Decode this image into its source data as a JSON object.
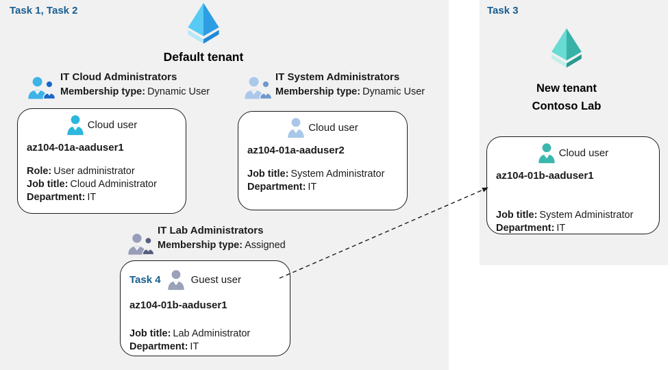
{
  "colors": {
    "panel_gray": "#f1f1f2",
    "task_label_blue": "#175d8f",
    "aad_blue_light": "#58cbf4",
    "aad_blue_dark": "#2d9de4",
    "aad_teal_light": "#68dbd3",
    "aad_teal_dark": "#38b2a8",
    "cloud_user_cyan": "#2eb7dc",
    "cloud_user_pale_blue": "#a9c7e8",
    "guest_user_slate": "#9aa1b8",
    "cloud_user_teal": "#3bb7ae"
  },
  "tasks": {
    "task12": "Task 1, Task 2",
    "task3": "Task 3",
    "task4": "Task 4"
  },
  "default_tenant": {
    "title": "Default tenant"
  },
  "new_tenant": {
    "title_line1": "New tenant",
    "title_line2": "Contoso Lab"
  },
  "groups": {
    "cloud_admins": {
      "name": "IT Cloud Administrators",
      "membership_label": "Membership type:",
      "membership_value": "Dynamic User"
    },
    "system_admins": {
      "name": "IT System Administrators",
      "membership_label": "Membership type:",
      "membership_value": "Dynamic User"
    },
    "lab_admins": {
      "name": "IT Lab Administrators",
      "membership_label": "Membership type:",
      "membership_value": "Assigned"
    }
  },
  "cards": {
    "cloud_user1": {
      "type_label": "Cloud user",
      "name": "az104-01a-aaduser1",
      "role_label": "Role:",
      "role_value": "User administrator",
      "job_label": "Job title:",
      "job_value": "Cloud Administrator",
      "dept_label": "Department:",
      "dept_value": "IT"
    },
    "cloud_user2": {
      "type_label": "Cloud user",
      "name": "az104-01a-aaduser2",
      "job_label": "Job title:",
      "job_value": "System Administrator",
      "dept_label": "Department:",
      "dept_value": "IT"
    },
    "guest_user": {
      "task_label": "Task 4",
      "type_label": "Guest user",
      "name": "az104-01b-aaduser1",
      "job_label": "Job title:",
      "job_value": "Lab Administrator",
      "dept_label": "Department:",
      "dept_value": "IT"
    },
    "new_tenant_user": {
      "type_label": "Cloud user",
      "name": "az104-01b-aaduser1",
      "job_label": "Job title:",
      "job_value": "System Administrator",
      "dept_label": "Department:",
      "dept_value": "IT"
    }
  }
}
